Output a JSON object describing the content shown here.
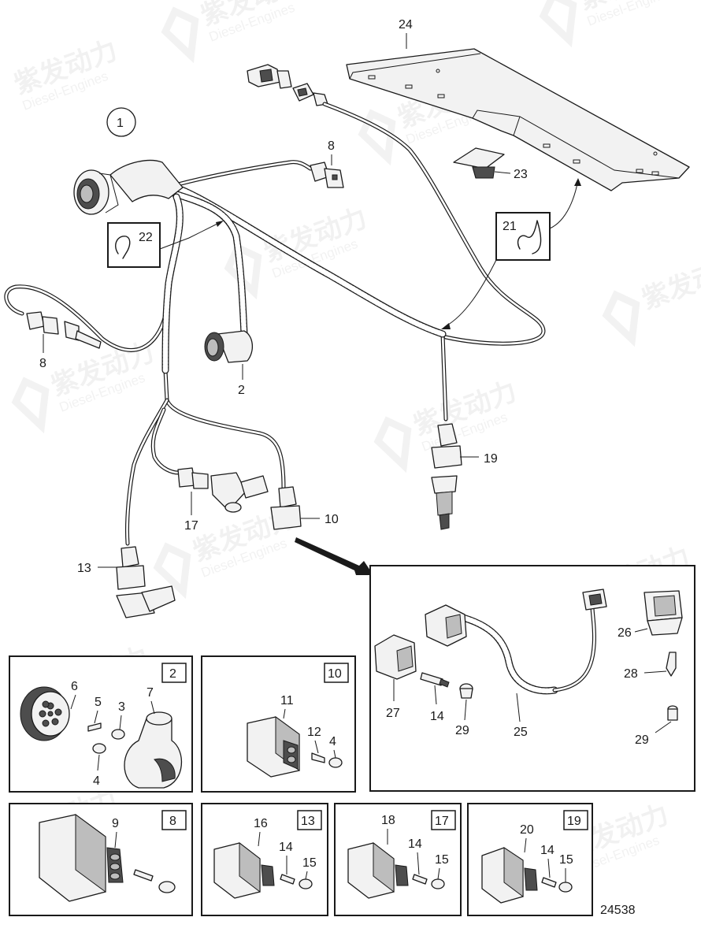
{
  "diagram": {
    "drawing_number": "24538",
    "main_labels": [
      "1",
      "24",
      "8",
      "23",
      "21",
      "22",
      "8",
      "2",
      "19",
      "10",
      "17",
      "13"
    ],
    "inset_large_labels": [
      "26",
      "28",
      "27",
      "14",
      "29",
      "25",
      "29"
    ],
    "detail_2": {
      "tag": "2",
      "labels": [
        "6",
        "5",
        "3",
        "7",
        "4"
      ]
    },
    "detail_10": {
      "tag": "10",
      "labels": [
        "11",
        "12",
        "4"
      ]
    },
    "detail_8": {
      "tag": "8",
      "labels": [
        "9"
      ]
    },
    "detail_13": {
      "tag": "13",
      "labels": [
        "16",
        "14",
        "15"
      ]
    },
    "detail_17": {
      "tag": "17",
      "labels": [
        "18",
        "14",
        "15"
      ]
    },
    "detail_19": {
      "tag": "19",
      "labels": [
        "20",
        "14",
        "15"
      ]
    },
    "clip_21": "21",
    "clip_22": "22"
  },
  "watermark": {
    "brand": "紫发动力",
    "sub": "Diesel-Engines"
  },
  "colors": {
    "line": "#1a1a1a",
    "part_fill": "#f2f2f2",
    "background": "#ffffff"
  }
}
